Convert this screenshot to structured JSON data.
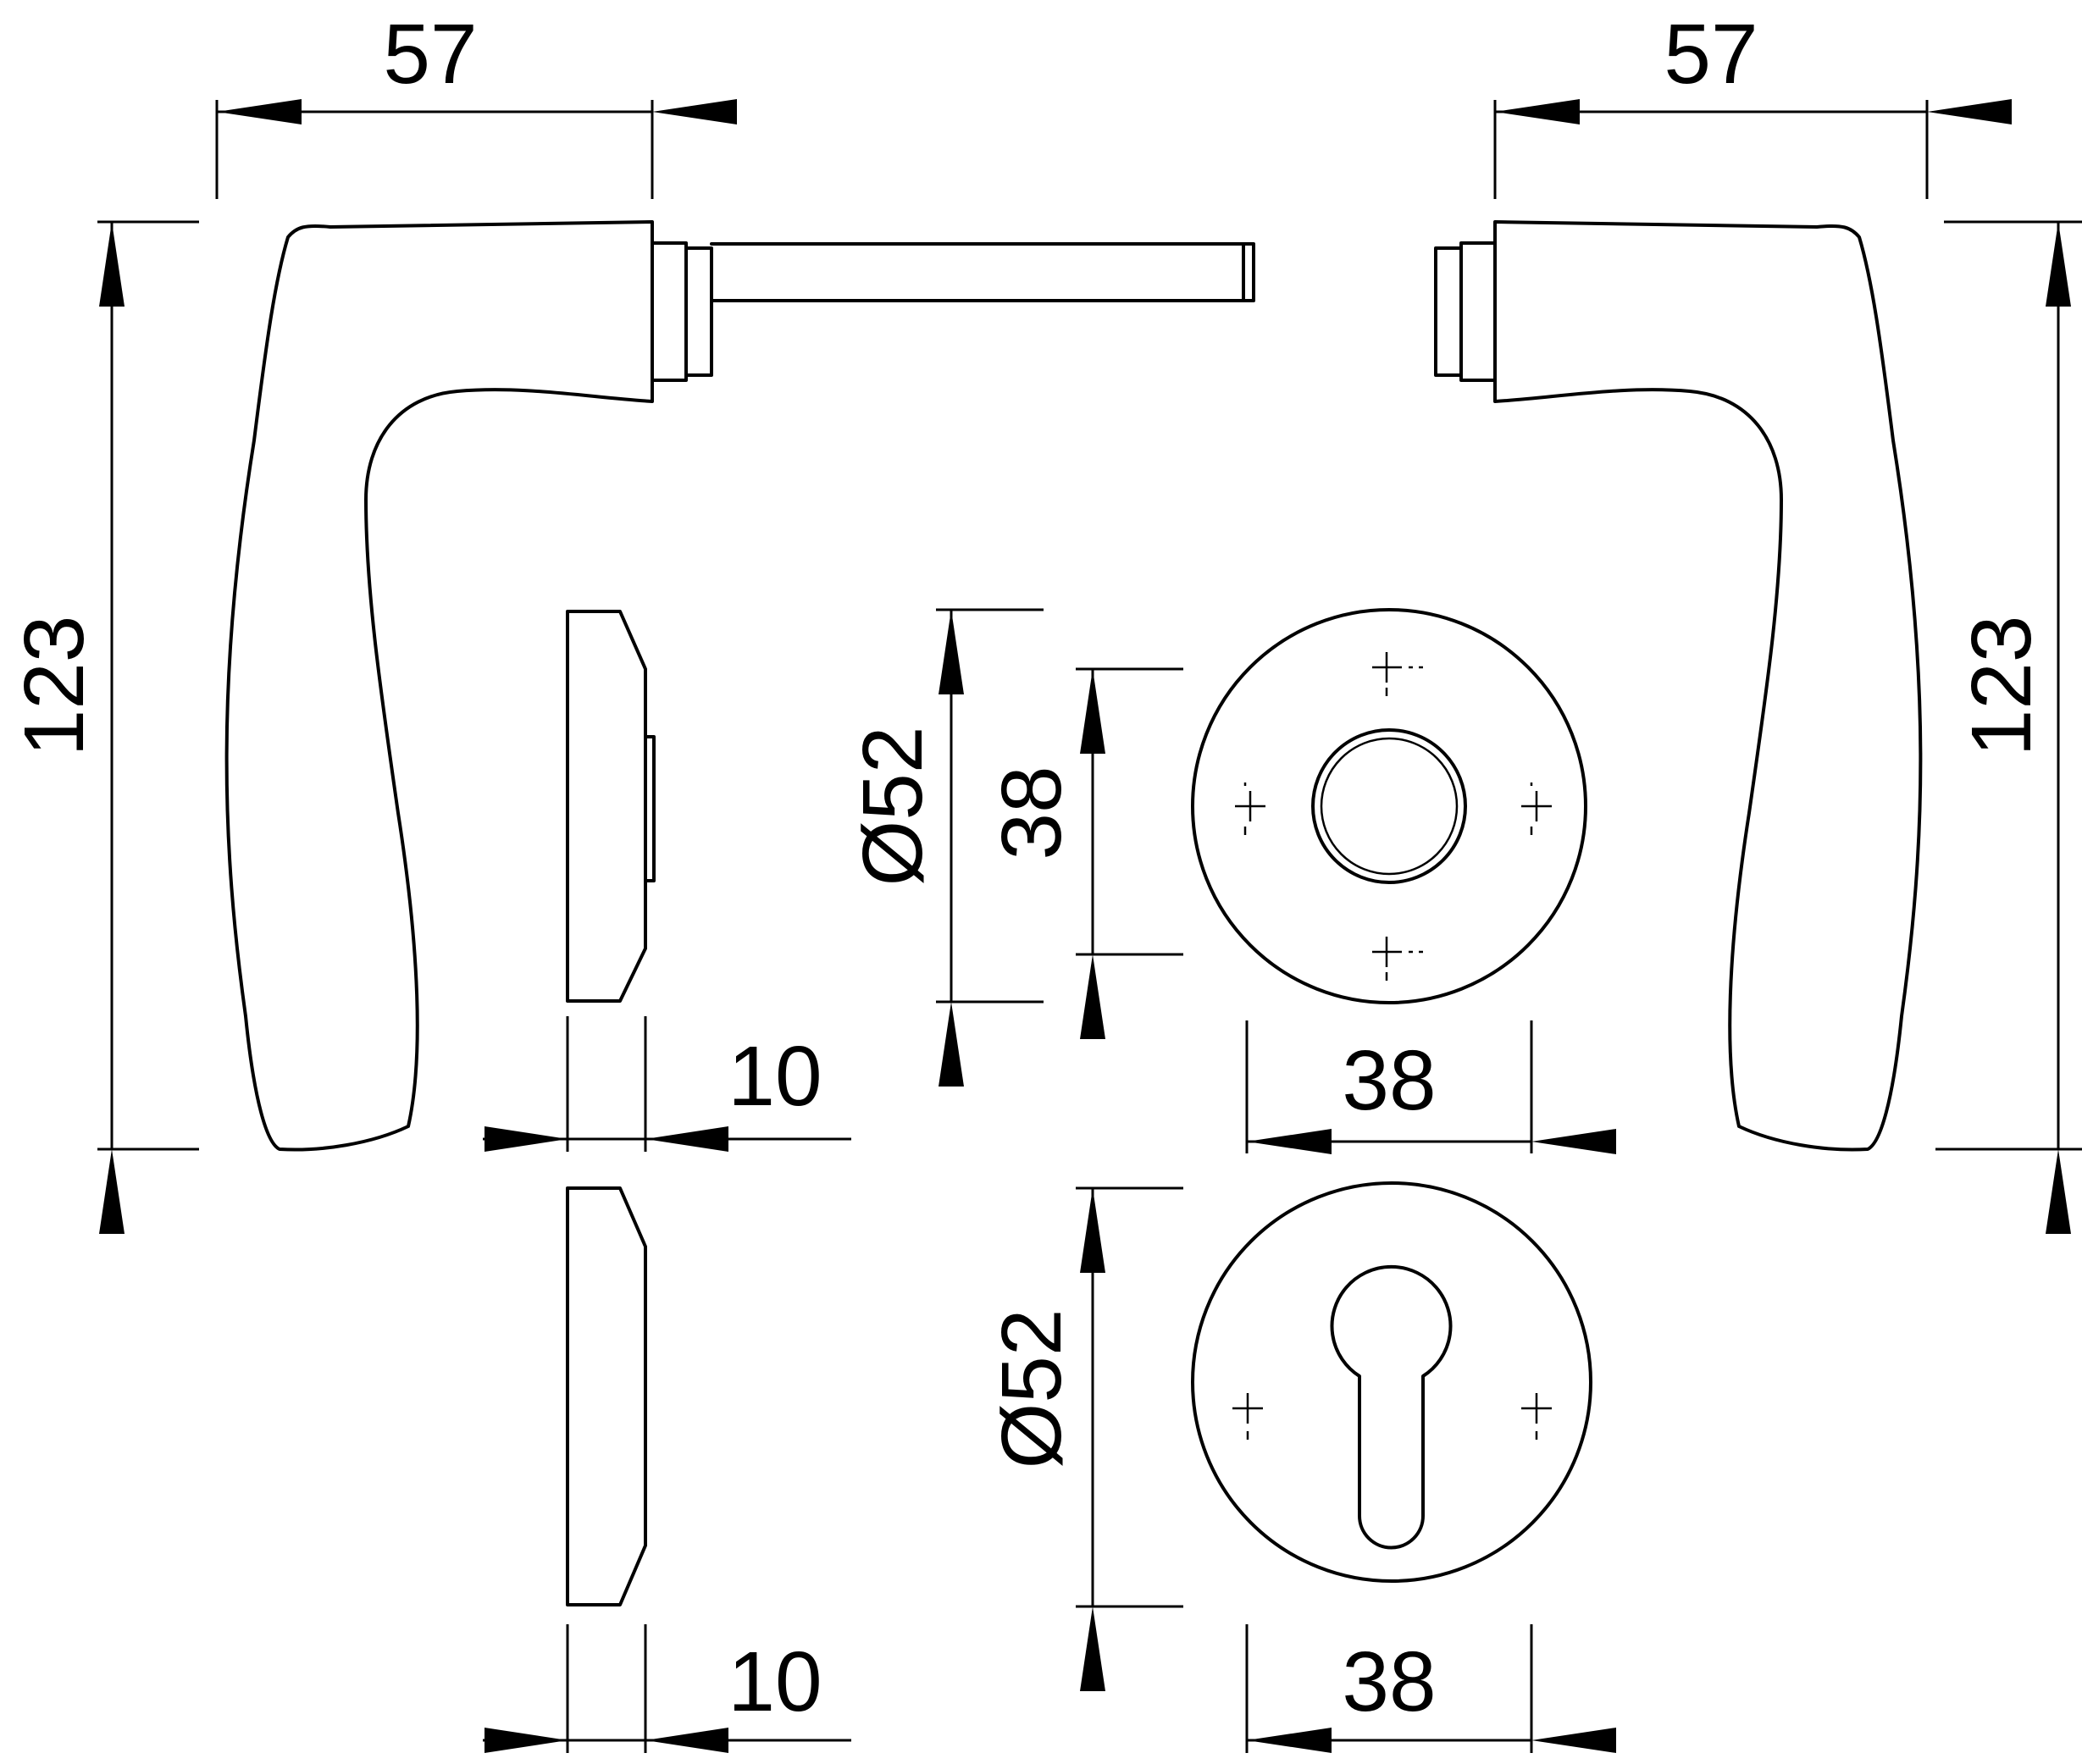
{
  "dimensions": {
    "lever_left_width": "57",
    "lever_right_width": "57",
    "lever_left_height": "123",
    "lever_right_height": "123",
    "rose_diameter": "Ø52",
    "rose_inner": "38",
    "rose_width": "38",
    "rose_thickness": "10",
    "escutcheon_diameter": "Ø52",
    "escutcheon_width": "38",
    "escutcheon_thickness": "10"
  },
  "colors": {
    "ink": "#000000",
    "background": "#ffffff"
  }
}
